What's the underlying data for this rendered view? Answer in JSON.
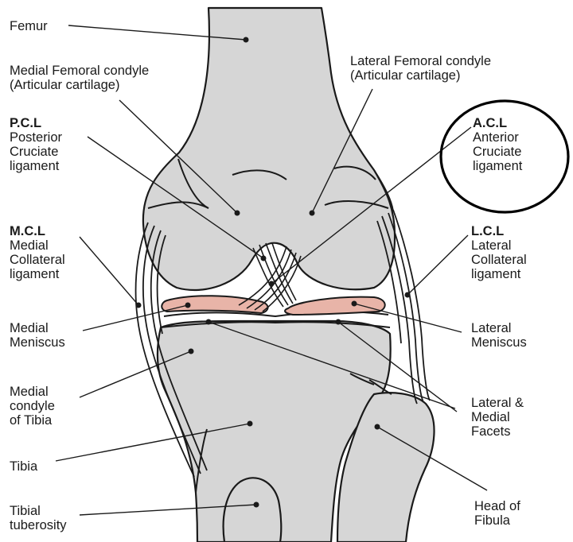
{
  "labels": {
    "femur": [
      "Femur"
    ],
    "medial_femoral_condyle": [
      "Medial Femoral condyle",
      "(Articular cartilage)"
    ],
    "lateral_femoral_condyle": [
      "Lateral Femoral condyle",
      "(Articular cartilage)"
    ],
    "pcl": {
      "abbr": "P.C.L",
      "lines": [
        "Posterior",
        "Cruciate",
        "ligament"
      ]
    },
    "acl": {
      "abbr": "A.C.L",
      "lines": [
        "Anterior",
        "Cruciate",
        "ligament"
      ]
    },
    "mcl": {
      "abbr": "M.C.L",
      "lines": [
        "Medial",
        "Collateral",
        "ligament"
      ]
    },
    "lcl": {
      "abbr": "L.C.L",
      "lines": [
        "Lateral",
        "Collateral",
        "ligament"
      ]
    },
    "medial_meniscus": [
      "Medial",
      "Meniscus"
    ],
    "lateral_meniscus": [
      "Lateral",
      "Meniscus"
    ],
    "medial_condyle_tibia": [
      "Medial",
      "condyle",
      "of Tibia"
    ],
    "lateral_medial_facets": [
      "Lateral &",
      "Medial",
      "Facets"
    ],
    "tibia": [
      "Tibia"
    ],
    "head_of_fibula": [
      "Head of",
      "Fibula"
    ],
    "tibial_tuberosity": [
      "Tibial",
      "tuberosity"
    ]
  },
  "colors": {
    "bone_fill": "#d6d6d6",
    "outline": "#1a1a1a",
    "meniscus": "#e8b4a8",
    "highlight_circle": "#000000"
  }
}
